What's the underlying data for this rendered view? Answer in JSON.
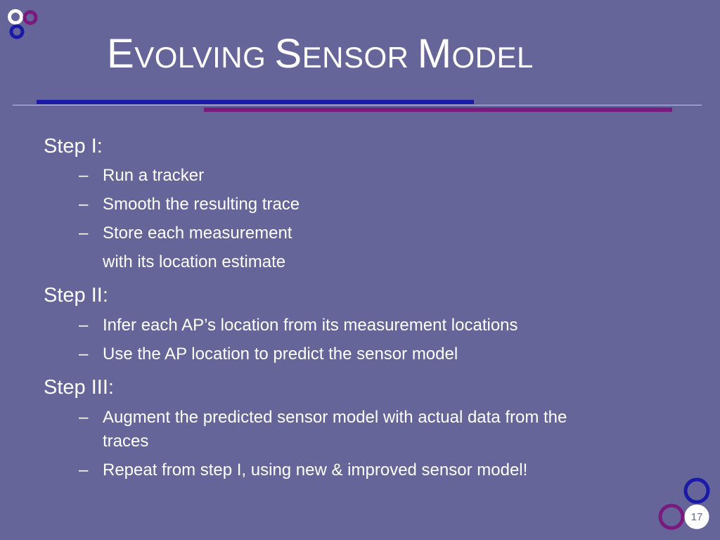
{
  "slide": {
    "title_parts": [
      "E",
      "VOLVING ",
      "S",
      "ENSOR ",
      "M",
      "ODEL"
    ],
    "page_number": "17",
    "steps": [
      {
        "label": "Step I:",
        "bullets": [
          "Run a tracker",
          "Smooth the resulting trace",
          "Store each measurement"
        ],
        "continuation": "with its location estimate"
      },
      {
        "label": "Step II:",
        "bullets": [
          "Infer each AP’s location from its measurement locations",
          "Use the AP location to predict the sensor model"
        ]
      },
      {
        "label": "Step III:",
        "bullets": [
          "Augment the predicted sensor model with actual data from the",
          "Repeat from step I, using new & improved sensor model!"
        ],
        "wrap": "traces"
      }
    ],
    "dash_glyph": "–"
  },
  "colors": {
    "background": "#66659a",
    "text": "#ffffff",
    "accent_blue": "#1a1aa8",
    "accent_purple": "#7a1a7e",
    "rule": "#c8c8d8"
  },
  "icons": {
    "top_logo": "three-rings-logo-icon",
    "bottom_logo": "two-rings-logo-icon"
  }
}
